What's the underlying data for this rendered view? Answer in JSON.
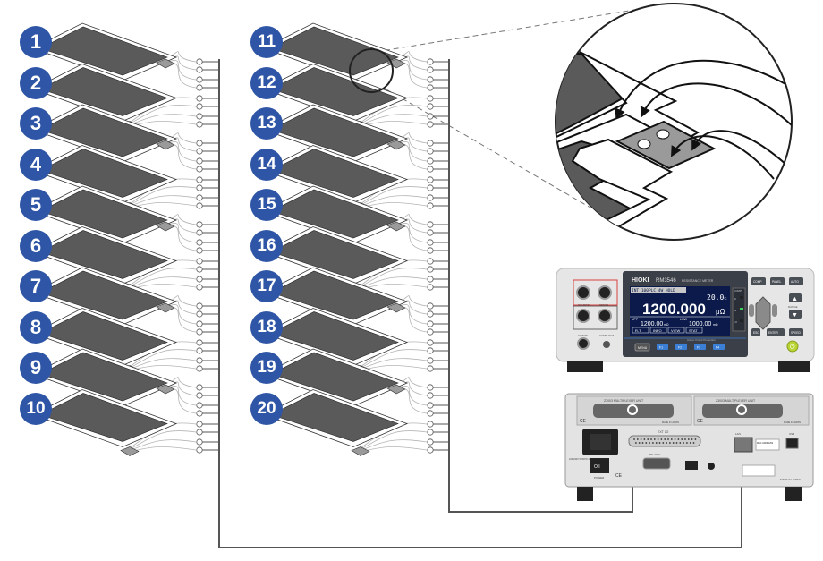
{
  "diagram": {
    "title": "Multi-sample resistance measurement wiring with RM3546 and scanner units",
    "samples": [
      {
        "id": 1,
        "label": "1"
      },
      {
        "id": 2,
        "label": "2"
      },
      {
        "id": 3,
        "label": "3"
      },
      {
        "id": 4,
        "label": "4"
      },
      {
        "id": 5,
        "label": "5"
      },
      {
        "id": 6,
        "label": "6"
      },
      {
        "id": 7,
        "label": "7"
      },
      {
        "id": 8,
        "label": "8"
      },
      {
        "id": 9,
        "label": "9"
      },
      {
        "id": 10,
        "label": "10"
      },
      {
        "id": 11,
        "label": "11"
      },
      {
        "id": 12,
        "label": "12"
      },
      {
        "id": 13,
        "label": "13"
      },
      {
        "id": 14,
        "label": "14"
      },
      {
        "id": 15,
        "label": "15"
      },
      {
        "id": 16,
        "label": "16"
      },
      {
        "id": 17,
        "label": "17"
      },
      {
        "id": 18,
        "label": "18"
      },
      {
        "id": 19,
        "label": "19"
      },
      {
        "id": 20,
        "label": "20"
      }
    ],
    "colors": {
      "badge": "#2f56a6",
      "sample_fill": "#5a5a5a",
      "pad_fill": "#9a9a9a",
      "wire": "#b5b5b5",
      "bus": "#555555",
      "instrument_body": "#e6e6e6",
      "screen": "#0b1a4a",
      "screen_text": "#ffffff",
      "soft_key": "#3a7fd5",
      "power_led": "#b8d432",
      "terminal_red": "#d94040"
    },
    "instrument_front": {
      "brand": "HIOKI",
      "model": "RM3546",
      "model_desc": "RESISTANCE METER",
      "status_bar": "INT  100PLC  4W  HOLD",
      "temperature": "20.0",
      "temperature_unit": "°C",
      "main_reading": "1200.000",
      "main_unit": "μΩ",
      "upp_label": "UPP",
      "upp_value": "1200.00",
      "upp_unit": "mΩ",
      "low_label": "LOW",
      "low_value": "1000.00",
      "low_unit": "mΩ",
      "screen_tabs": [
        "R-T",
        "INFO",
        "VIEW",
        "STAT"
      ],
      "side_indicators": [
        "HI",
        "IN",
        "LO"
      ],
      "side_label": "COMP",
      "footer_text": "Active Circuit Protection",
      "menu_key": "MENU",
      "soft_keys": [
        "F1",
        "F2",
        "F3",
        "F4"
      ],
      "right_keys": [
        "COMP",
        "PANEL",
        "AUTO",
        "ESC",
        "ENTER",
        "SPEED"
      ],
      "range_label": "RANGE",
      "left_labels": {
        "source": "SOURCE",
        "sense": "SENSE",
        "guard": "GUARD",
        "comp_out": "COMP OUT"
      }
    },
    "instrument_rear": {
      "scanner_unit_label": "Z3003 MULTIPLEXER UNIT",
      "slot_labels": [
        "MADE IN JAPAN",
        "MADE IN JAPAN"
      ],
      "ext_io_label": "EXT I/O",
      "rs232c_label": "RS-232C",
      "power_switch_label": "POWER",
      "voltage_label": "100-240V 50/60Hz 40VA",
      "lan_label": "LAN",
      "usb_label": "USB",
      "made_in": "MADE IN JAPAN",
      "mac_label": "MAC ADDRESS"
    }
  }
}
